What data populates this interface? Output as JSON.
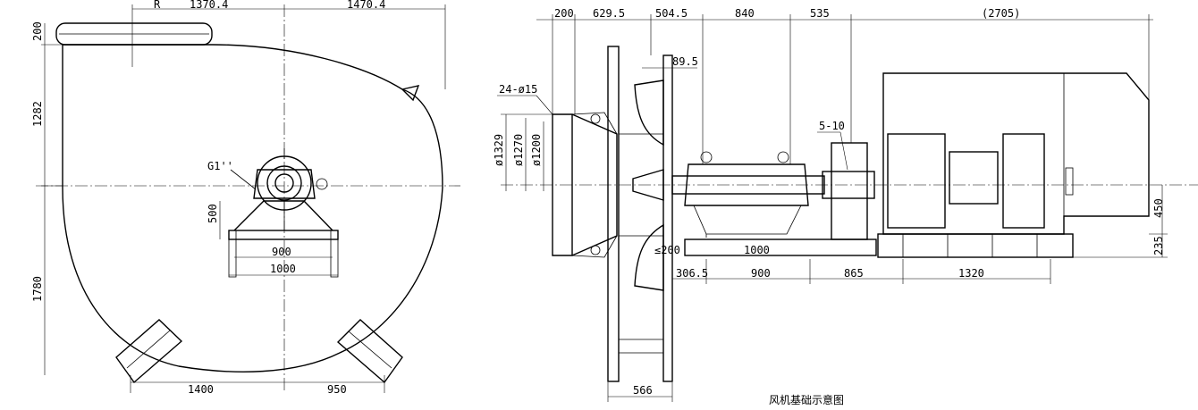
{
  "front_view": {
    "top_dims": [
      "1370.4",
      "1470.4"
    ],
    "left_dims": [
      "200",
      "1282",
      "1780"
    ],
    "bottom_dims": [
      "1400",
      "950"
    ],
    "pedestal_dims": [
      "500",
      "900",
      "1000"
    ],
    "lube_label": "G1''"
  },
  "side_view": {
    "top_dims": [
      "200",
      "629.5",
      "504.5",
      "840",
      "535",
      "(2705)"
    ],
    "dim_89_5": "89.5",
    "hole_label": "24-ø15",
    "diameters": [
      "ø1329",
      "ø1270",
      "ø1200"
    ],
    "coupling_label": "5-10",
    "gap_dim": "≤200",
    "base_dim_1000": "1000",
    "bottom_dims": [
      "306.5",
      "900",
      "865",
      "1320"
    ],
    "impeller_width": "566",
    "motor_heights": [
      "450",
      "235"
    ],
    "caption": "风机基础示意图"
  }
}
